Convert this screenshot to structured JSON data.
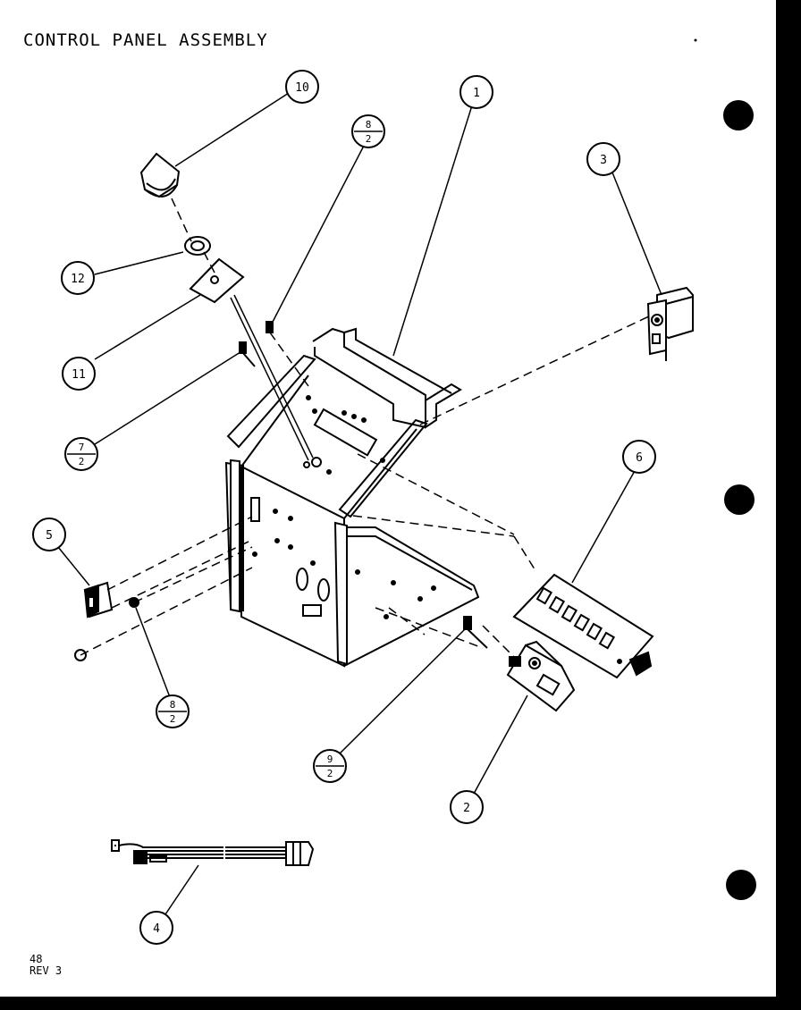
{
  "title": "CONTROL PANEL ASSEMBLY",
  "footer": {
    "page": "48",
    "rev": "REV 3"
  },
  "callouts": {
    "c1": "1",
    "c2": "2",
    "c3": "3",
    "c4": "4",
    "c5": "5",
    "c6": "6",
    "c10": "10",
    "c11": "11",
    "c12": "12",
    "f8top": {
      "top": "8",
      "bottom": "2"
    },
    "f7": {
      "top": "7",
      "bottom": "2"
    },
    "f8bot": {
      "top": "8",
      "bottom": "2"
    },
    "f9": {
      "top": "9",
      "bottom": "2"
    }
  }
}
